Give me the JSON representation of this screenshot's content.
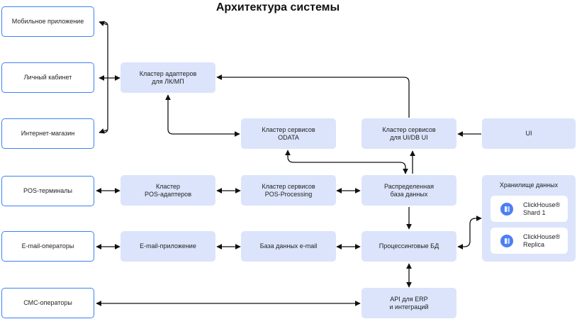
{
  "title": "Архитектура системы",
  "colors": {
    "outline": "#3b82f6",
    "fill": "#dbe4fb",
    "arrow": "#111111",
    "logo": "#4d7ff5"
  },
  "nodes": {
    "mobile_app": "Мобильное приложение",
    "personal_account": "Личный кабинет",
    "web_shop": "Интернет-магазин",
    "pos_terminals": "POS-терминалы",
    "email_operators": "E-mail-операторы",
    "sms_operators": "СМС-операторы",
    "adapter_cluster": "Кластер адаптеров\nдля ЛК/МП",
    "pos_adapter_cluster": "Кластер\nPOS-адаптеров",
    "email_app": "E-mail-приложение",
    "odata_cluster": "Кластер сервисов\nODATA",
    "pos_processing_cluster": "Кластер сервисов\nPOS-Processing",
    "email_db": "База данных e-mail",
    "uidb_cluster": "Кластер сервисов\nдля UI/DB UI",
    "distributed_db": "Распределенная\nбаза данных",
    "processing_db": "Процессинговые БД",
    "erp_api": "API для ERP\nи интеграций",
    "ui": "UI"
  },
  "storage": {
    "title": "Хранилище данных",
    "items": [
      {
        "label": "ClickHouse®\nShard 1",
        "icon": "clickhouse-icon"
      },
      {
        "label": "ClickHouse®\nReplica",
        "icon": "clickhouse-icon"
      }
    ]
  }
}
